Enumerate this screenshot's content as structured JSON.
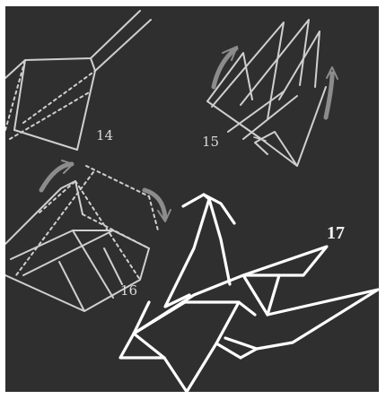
{
  "steps": [
    {
      "number": "14"
    },
    {
      "number": "15"
    },
    {
      "number": "16"
    },
    {
      "number": "17"
    }
  ],
  "colors": {
    "background": "#2f2f2f",
    "line": "#cfcfcf",
    "final_line": "#ffffff",
    "arrow": "#8c8c8c"
  }
}
